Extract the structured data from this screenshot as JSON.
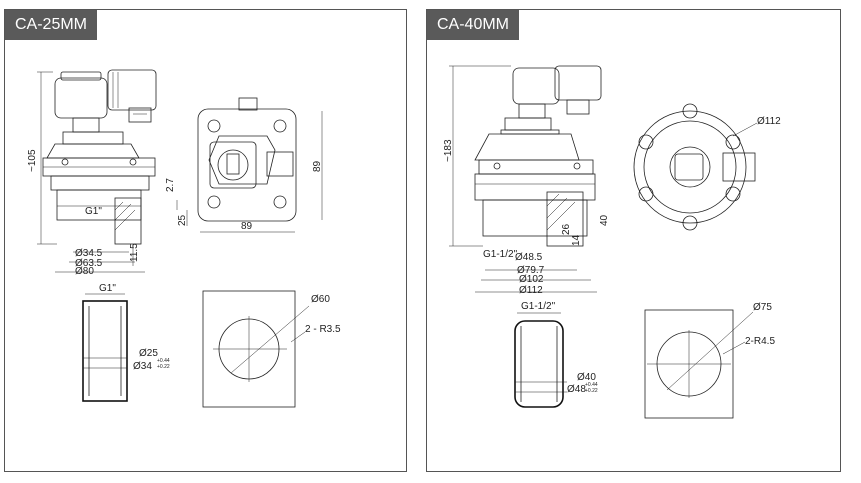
{
  "panels": [
    {
      "title": "CA-25MM",
      "dims": {
        "h_total": "~105",
        "h_side_a": "2.7",
        "h_side_b": "25",
        "h_side_c": "11.5",
        "top_w": "89",
        "top_h": "89",
        "thread": "G1\"",
        "d1": "Ø34.5",
        "d2": "Ø63.5",
        "d3": "Ø80",
        "pipe_thread": "G1\"",
        "pipe_d_in": "Ø25",
        "pipe_d_out": "Ø34",
        "tol_up": "+0.44",
        "tol_dn": "+0.22",
        "hole_d": "Ø60",
        "hole_r": "2 - R3.5"
      }
    },
    {
      "title": "CA-40MM",
      "dims": {
        "h_total": "~183",
        "h_side_a": "26",
        "h_side_b": "40",
        "h_side_c": "14",
        "top_d": "Ø112",
        "thread": "G1-1/2\"",
        "d1": "Ø48.5",
        "d2": "Ø79.7",
        "d3": "Ø102",
        "d4": "Ø112",
        "pipe_thread": "G1-1/2\"",
        "pipe_d_in": "Ø40",
        "pipe_d_out": "Ø48",
        "tol_up": "+0.44",
        "tol_dn": "+0.22",
        "hole_d": "Ø75",
        "hole_r": "2-R4.5"
      }
    }
  ]
}
